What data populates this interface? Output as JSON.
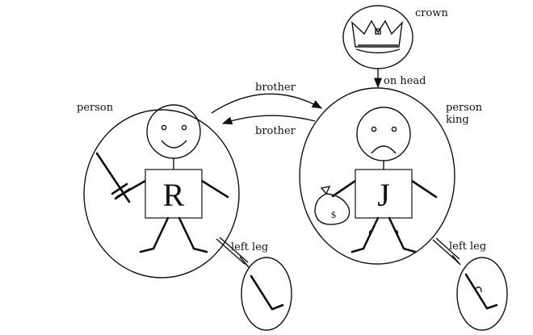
{
  "labels": {
    "crown": "crown",
    "on_head": "on head",
    "brother_top": "brother",
    "brother_bottom": "brother",
    "person_left": "person",
    "person_right": "person",
    "king": "king",
    "left_leg_left": "left leg",
    "left_leg_right": "left leg"
  },
  "figures": {
    "richard_letter": "R",
    "john_letter": "J",
    "money_symbol": "$"
  }
}
